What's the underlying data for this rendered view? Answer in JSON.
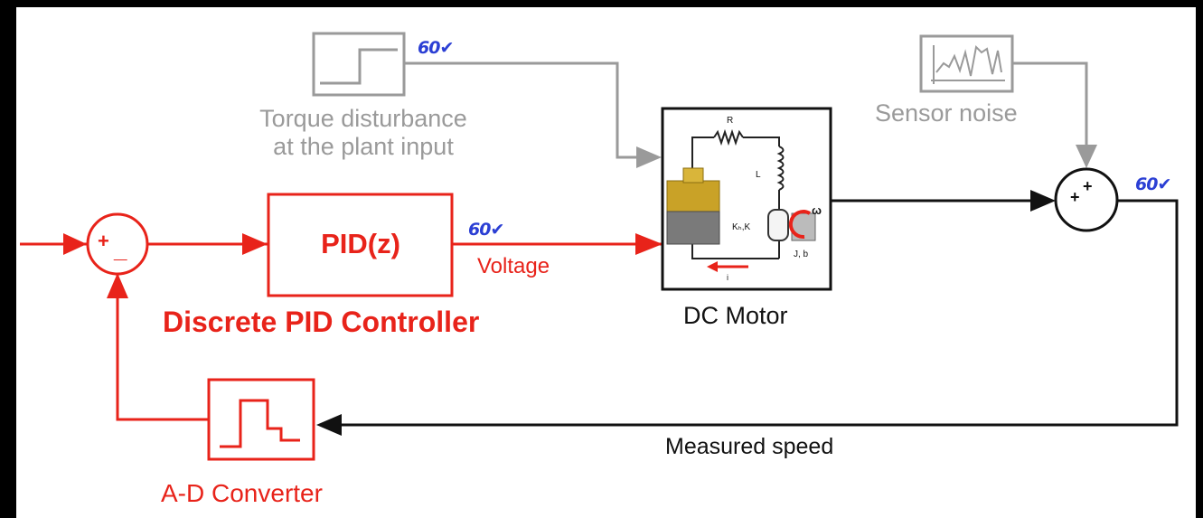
{
  "blocks": {
    "torque_disturbance": {
      "label_line1": "Torque disturbance",
      "label_line2": "at the plant input"
    },
    "sensor_noise": {
      "label": "Sensor noise"
    },
    "pid": {
      "block_text": "PID(z)",
      "caption": "Discrete PID Controller"
    },
    "dc_motor": {
      "caption": "DC Motor",
      "icon_labels": {
        "r": "R",
        "l": "L",
        "kb_ki": "Kₕ,K",
        "j_b": "J, b",
        "omega": "ω",
        "i": "i"
      }
    },
    "ad_converter": {
      "caption": "A-D Converter"
    },
    "sum_feedback": {
      "sign_plus": "+",
      "sign_minus": "_"
    },
    "sum_noise": {
      "sign_plus_1": "+",
      "sign_plus_2": "+"
    }
  },
  "signals": {
    "voltage": "Voltage",
    "measured_speed": "Measured speed"
  },
  "scope_marker": "60✔",
  "colors": {
    "red": "#e8231a",
    "gray": "#9a9a9a",
    "black": "#111111",
    "blue": "#2b3fd4",
    "background": "#ffffff",
    "frame": "#000000"
  }
}
